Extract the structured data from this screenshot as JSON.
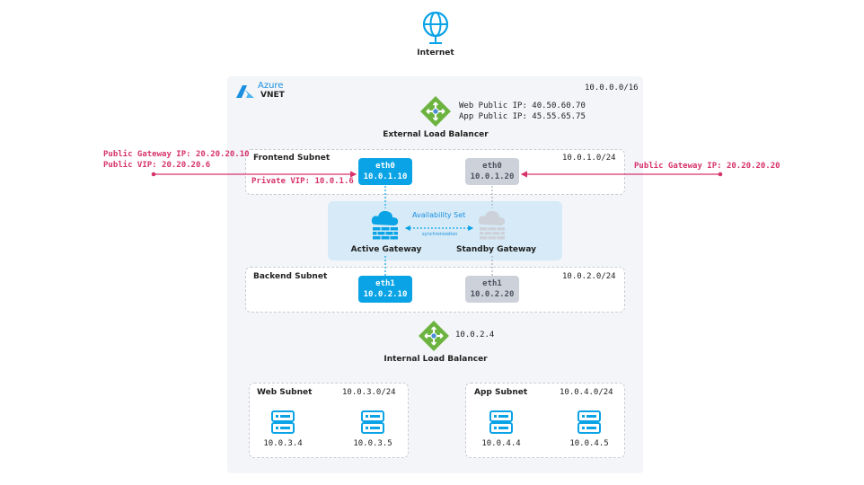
{
  "internet": {
    "label": "Internet",
    "icon": "globe-icon"
  },
  "vnet": {
    "brand": "Azure",
    "name": "VNET",
    "cidr": "10.0.0.0/16",
    "icon": "azure-logo-icon"
  },
  "external_lb": {
    "label": "External Load Balancer",
    "web_ip": "Web Public IP: 40.50.60.70",
    "app_ip": "App Public IP: 45.55.65.75",
    "icon": "load-balancer-icon"
  },
  "left_external": {
    "gateway_ip": "Public Gateway IP: 20.20.20.10",
    "vip": "Public VIP: 20.20.20.6"
  },
  "right_external": {
    "gateway_ip": "Public Gateway IP: 20.20.20.20"
  },
  "frontend_subnet": {
    "label": "Frontend Subnet",
    "cidr": "10.0.1.0/24",
    "private_vip": "Private VIP: 10.0.1.6",
    "active_nic": {
      "name": "eth0",
      "ip": "10.0.1.10"
    },
    "standby_nic": {
      "name": "eth0",
      "ip": "10.0.1.20"
    }
  },
  "availability_set": {
    "label": "Availability Set",
    "sync_label": "synchronization",
    "active_gateway": "Active Gateway",
    "standby_gateway": "Standby Gateway"
  },
  "backend_subnet": {
    "label": "Backend Subnet",
    "cidr": "10.0.2.0/24",
    "active_nic": {
      "name": "eth1",
      "ip": "10.0.2.10"
    },
    "standby_nic": {
      "name": "eth1",
      "ip": "10.0.2.20"
    }
  },
  "internal_lb": {
    "label": "Internal Load Balancer",
    "ip": "10.0.2.4",
    "icon": "load-balancer-icon"
  },
  "web_subnet": {
    "label": "Web Subnet",
    "cidr": "10.0.3.0/24",
    "servers": [
      "10.0.3.4",
      "10.0.3.5"
    ]
  },
  "app_subnet": {
    "label": "App Subnet",
    "cidr": "10.0.4.0/24",
    "servers": [
      "10.0.4.4",
      "10.0.4.5"
    ]
  },
  "colors": {
    "accent": "#0aa3e6",
    "standby": "#cdd2da",
    "external_link": "#d6336c",
    "lb_green": "#6cb33f",
    "avset_bg": "#d6ebf7"
  }
}
